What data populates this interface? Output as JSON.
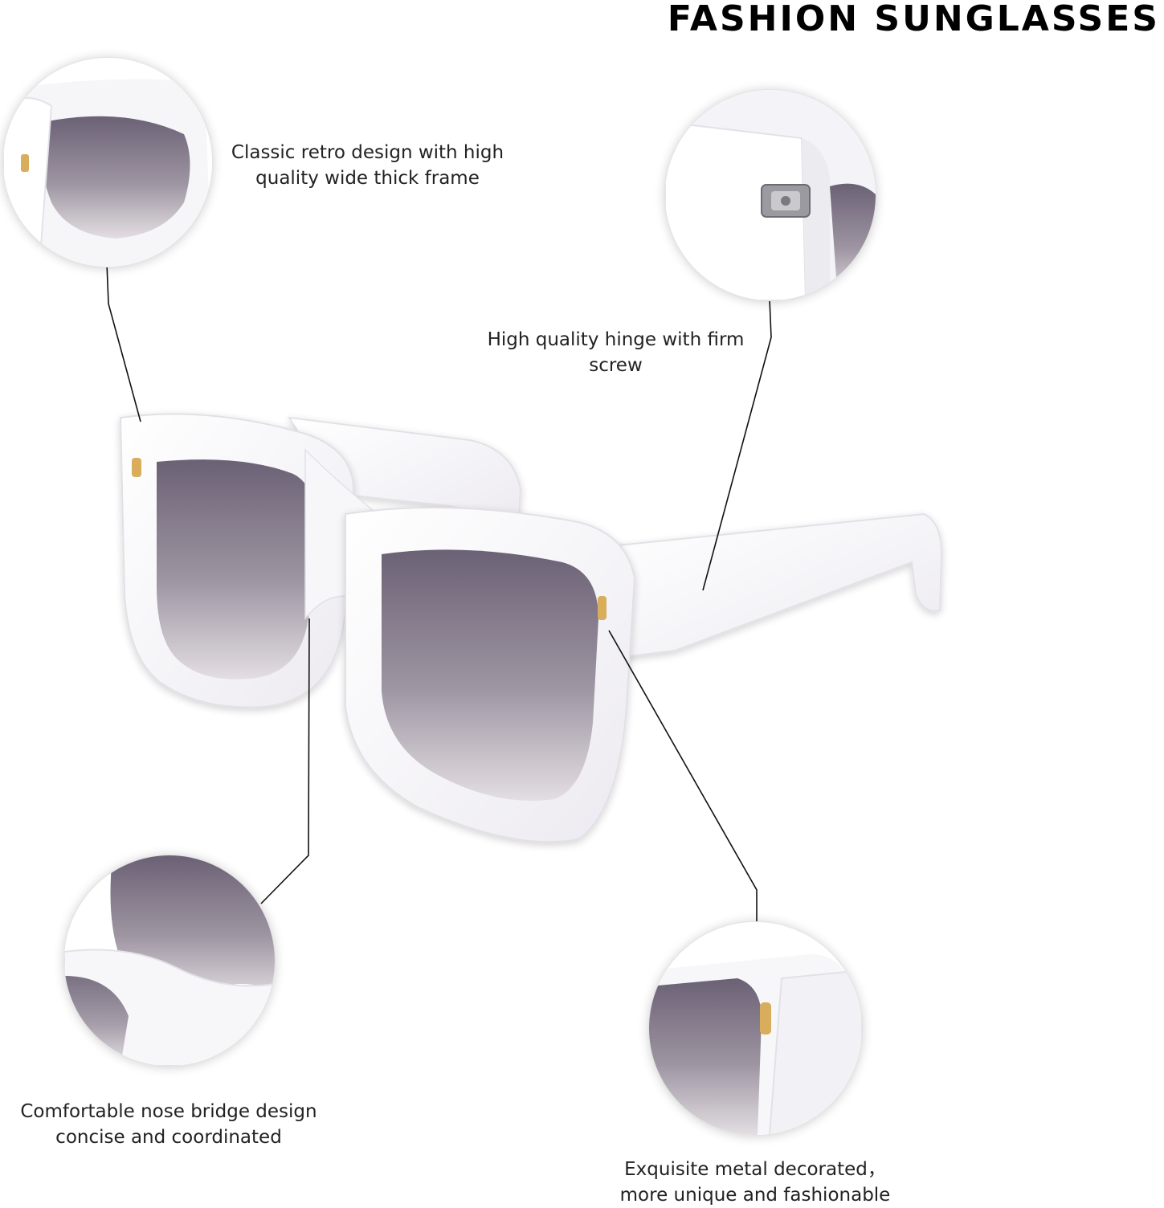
{
  "title": "FASHION SUNGLASSES",
  "captions": {
    "frame": "Classic retro design with high\nquality wide thick frame",
    "hinge": "High quality hinge with firm\nscrew",
    "nose": "Comfortable nose bridge design\nconcise and coordinated",
    "metal": "Exquisite metal decorated，\nmore unique and fashionable"
  },
  "colors": {
    "frame": "#fbfbfd",
    "lens_top": "#6f6578",
    "lens_bottom": "#dcd6dc",
    "accent_gold": "#d8ad5c",
    "line": "#111111"
  }
}
